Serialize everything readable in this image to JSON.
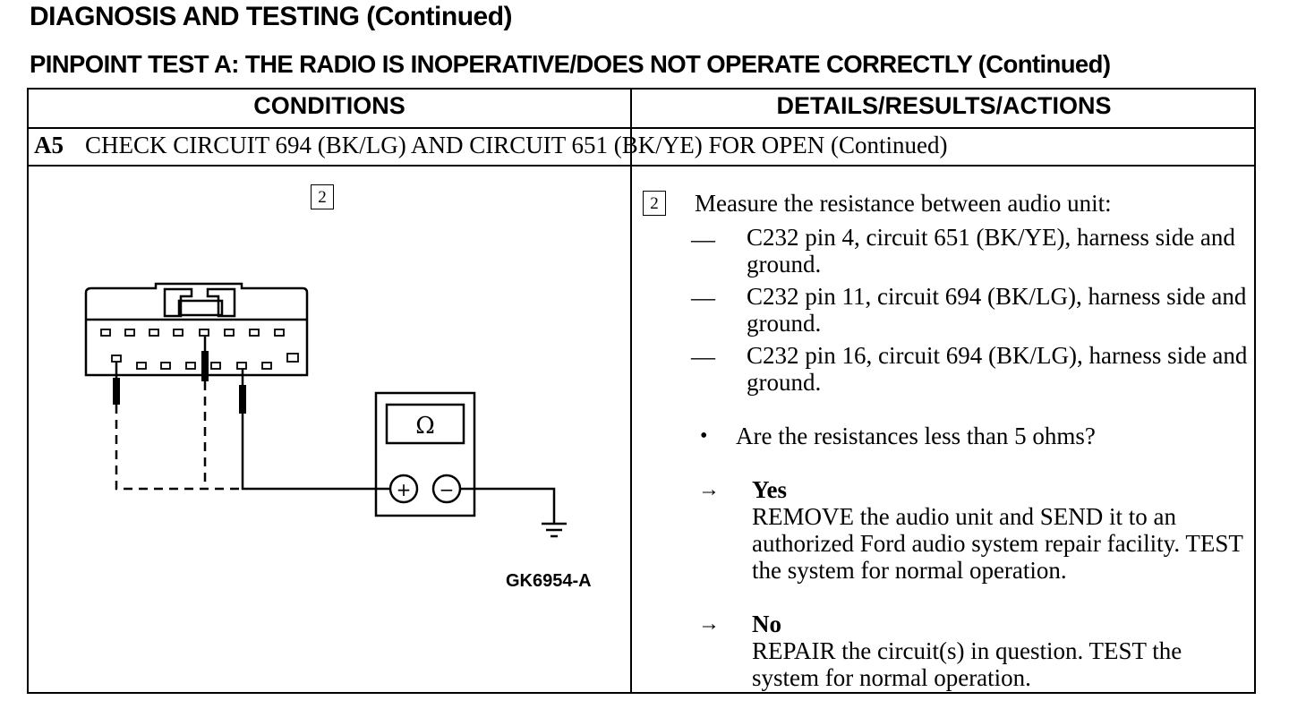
{
  "header": {
    "title": "DIAGNOSIS AND TESTING (Continued)",
    "subtitle": "PINPOINT TEST A:  THE RADIO IS INOPERATIVE/DOES NOT OPERATE CORRECTLY (Continued)"
  },
  "table": {
    "col_conditions": "CONDITIONS",
    "col_details": "DETAILS/RESULTS/ACTIONS",
    "step_id": "A5",
    "step_title": "CHECK CIRCUIT 694 (BK/LG) AND CIRCUIT 651 (BK/YE) FOR OPEN (Continued)"
  },
  "conditions": {
    "substep": "2",
    "meter_symbol": "Ω",
    "plus_symbol": "+",
    "minus_symbol": "−",
    "figure_id": "GK6954-A"
  },
  "details": {
    "substep": "2",
    "intro": "Measure the resistance between audio unit:",
    "items": [
      "C232 pin 4, circuit 651 (BK/YE), harness side and ground.",
      "C232 pin 11, circuit 694 (BK/LG), harness side and ground.",
      "C232 pin 16, circuit 694 (BK/LG), harness side and ground."
    ],
    "dash": "—",
    "bullet": "•",
    "question": "Are the resistances less than 5 ohms?",
    "arrow": "→",
    "yes_label": "Yes",
    "yes_text": "REMOVE the audio unit and SEND it to an authorized Ford audio system repair facility. TEST the system for normal operation.",
    "no_label": "No",
    "no_text": "REPAIR the circuit(s) in question. TEST the system for normal operation."
  }
}
